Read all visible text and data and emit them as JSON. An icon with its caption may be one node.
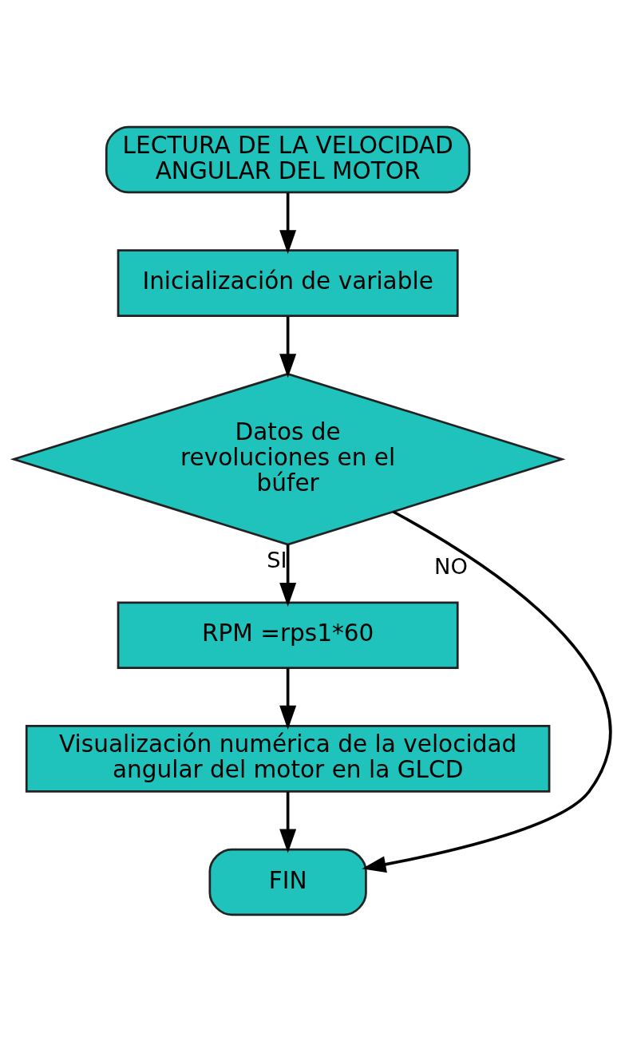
{
  "diagram": {
    "nodes": [
      {
        "text": [
          "LECTURA DE LA VELOCIDAD ANGULAR DEL MOTOR"
        ]
      },
      {
        "text": [
          "Inicialización de variable"
        ]
      },
      {
        "text": [
          "Datos de revoluciones en el búfer"
        ]
      },
      {
        "text": [
          "RPM =rps1*60"
        ]
      },
      {
        "text": [
          "Visualización numérica de la velocidad angular del motor en la GLCD"
        ]
      },
      {
        "text": [
          "FIN"
        ]
      }
    ],
    "edges": [
      {
        "from": 0,
        "to": 1,
        "arrow": "to"
      },
      {
        "from": 1,
        "to": 2,
        "arrow": "to"
      },
      {
        "from": 2,
        "to": 3,
        "arrow": "to",
        "label": "SI"
      },
      {
        "from": 3,
        "to": 4,
        "arrow": "to"
      },
      {
        "from": 4,
        "to": 5,
        "arrow": "to"
      },
      {
        "from": 2,
        "to": 5,
        "arrow": "to",
        "label": "NO"
      }
    ]
  }
}
